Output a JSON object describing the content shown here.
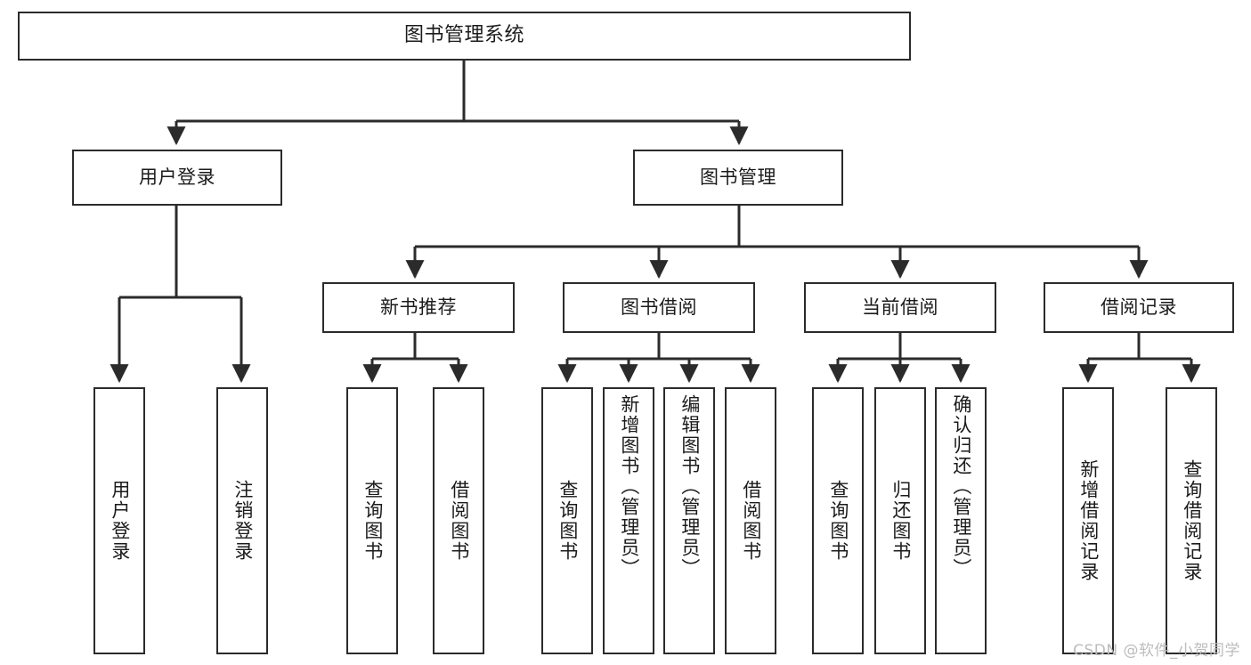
{
  "diagram": {
    "title": "图书管理系统",
    "type": "tree-hierarchy-chart",
    "orientation": "top-down",
    "colors": {
      "box_border": "#2b2b2b",
      "box_fill": "#ffffff",
      "connector": "#2b2b2b",
      "text": "#1b1b1b",
      "watermark": "#bcbcbc",
      "background": "#ffffff"
    },
    "root": {
      "label": "图书管理系统"
    },
    "level2": [
      {
        "id": "user-login",
        "label": "用户登录"
      },
      {
        "id": "book-manage",
        "label": "图书管理"
      }
    ],
    "level3": [
      {
        "id": "new-book-recommend",
        "label": "新书推荐"
      },
      {
        "id": "book-borrow",
        "label": "图书借阅"
      },
      {
        "id": "current-borrow",
        "label": "当前借阅"
      },
      {
        "id": "borrow-record",
        "label": "借阅记录"
      }
    ],
    "leaves": {
      "user_login": [
        {
          "id": "leaf-user-login",
          "label": "用户登录"
        },
        {
          "id": "leaf-logout-login",
          "label": "注销登录"
        }
      ],
      "new_book_recommend": [
        {
          "id": "leaf-query-book-1",
          "label": "查询图书"
        },
        {
          "id": "leaf-borrow-book-1",
          "label": "借阅图书"
        }
      ],
      "book_borrow": [
        {
          "id": "leaf-query-book-2",
          "label": "查询图书"
        },
        {
          "id": "leaf-add-book",
          "label": "新增图书（管理员）"
        },
        {
          "id": "leaf-edit-book",
          "label": "编辑图书（管理员）"
        },
        {
          "id": "leaf-borrow-book-2",
          "label": "借阅图书"
        }
      ],
      "current_borrow": [
        {
          "id": "leaf-query-book-3",
          "label": "查询图书"
        },
        {
          "id": "leaf-return-book",
          "label": "归还图书"
        },
        {
          "id": "leaf-confirm-return",
          "label": "确认归还（管理员）"
        }
      ],
      "borrow_record": [
        {
          "id": "leaf-add-borrow-record",
          "label": "新增借阅记录"
        },
        {
          "id": "leaf-query-borrow-record",
          "label": "查询借阅记录"
        }
      ]
    }
  },
  "watermark": {
    "text": "CSDN @软件_小贺同学"
  }
}
